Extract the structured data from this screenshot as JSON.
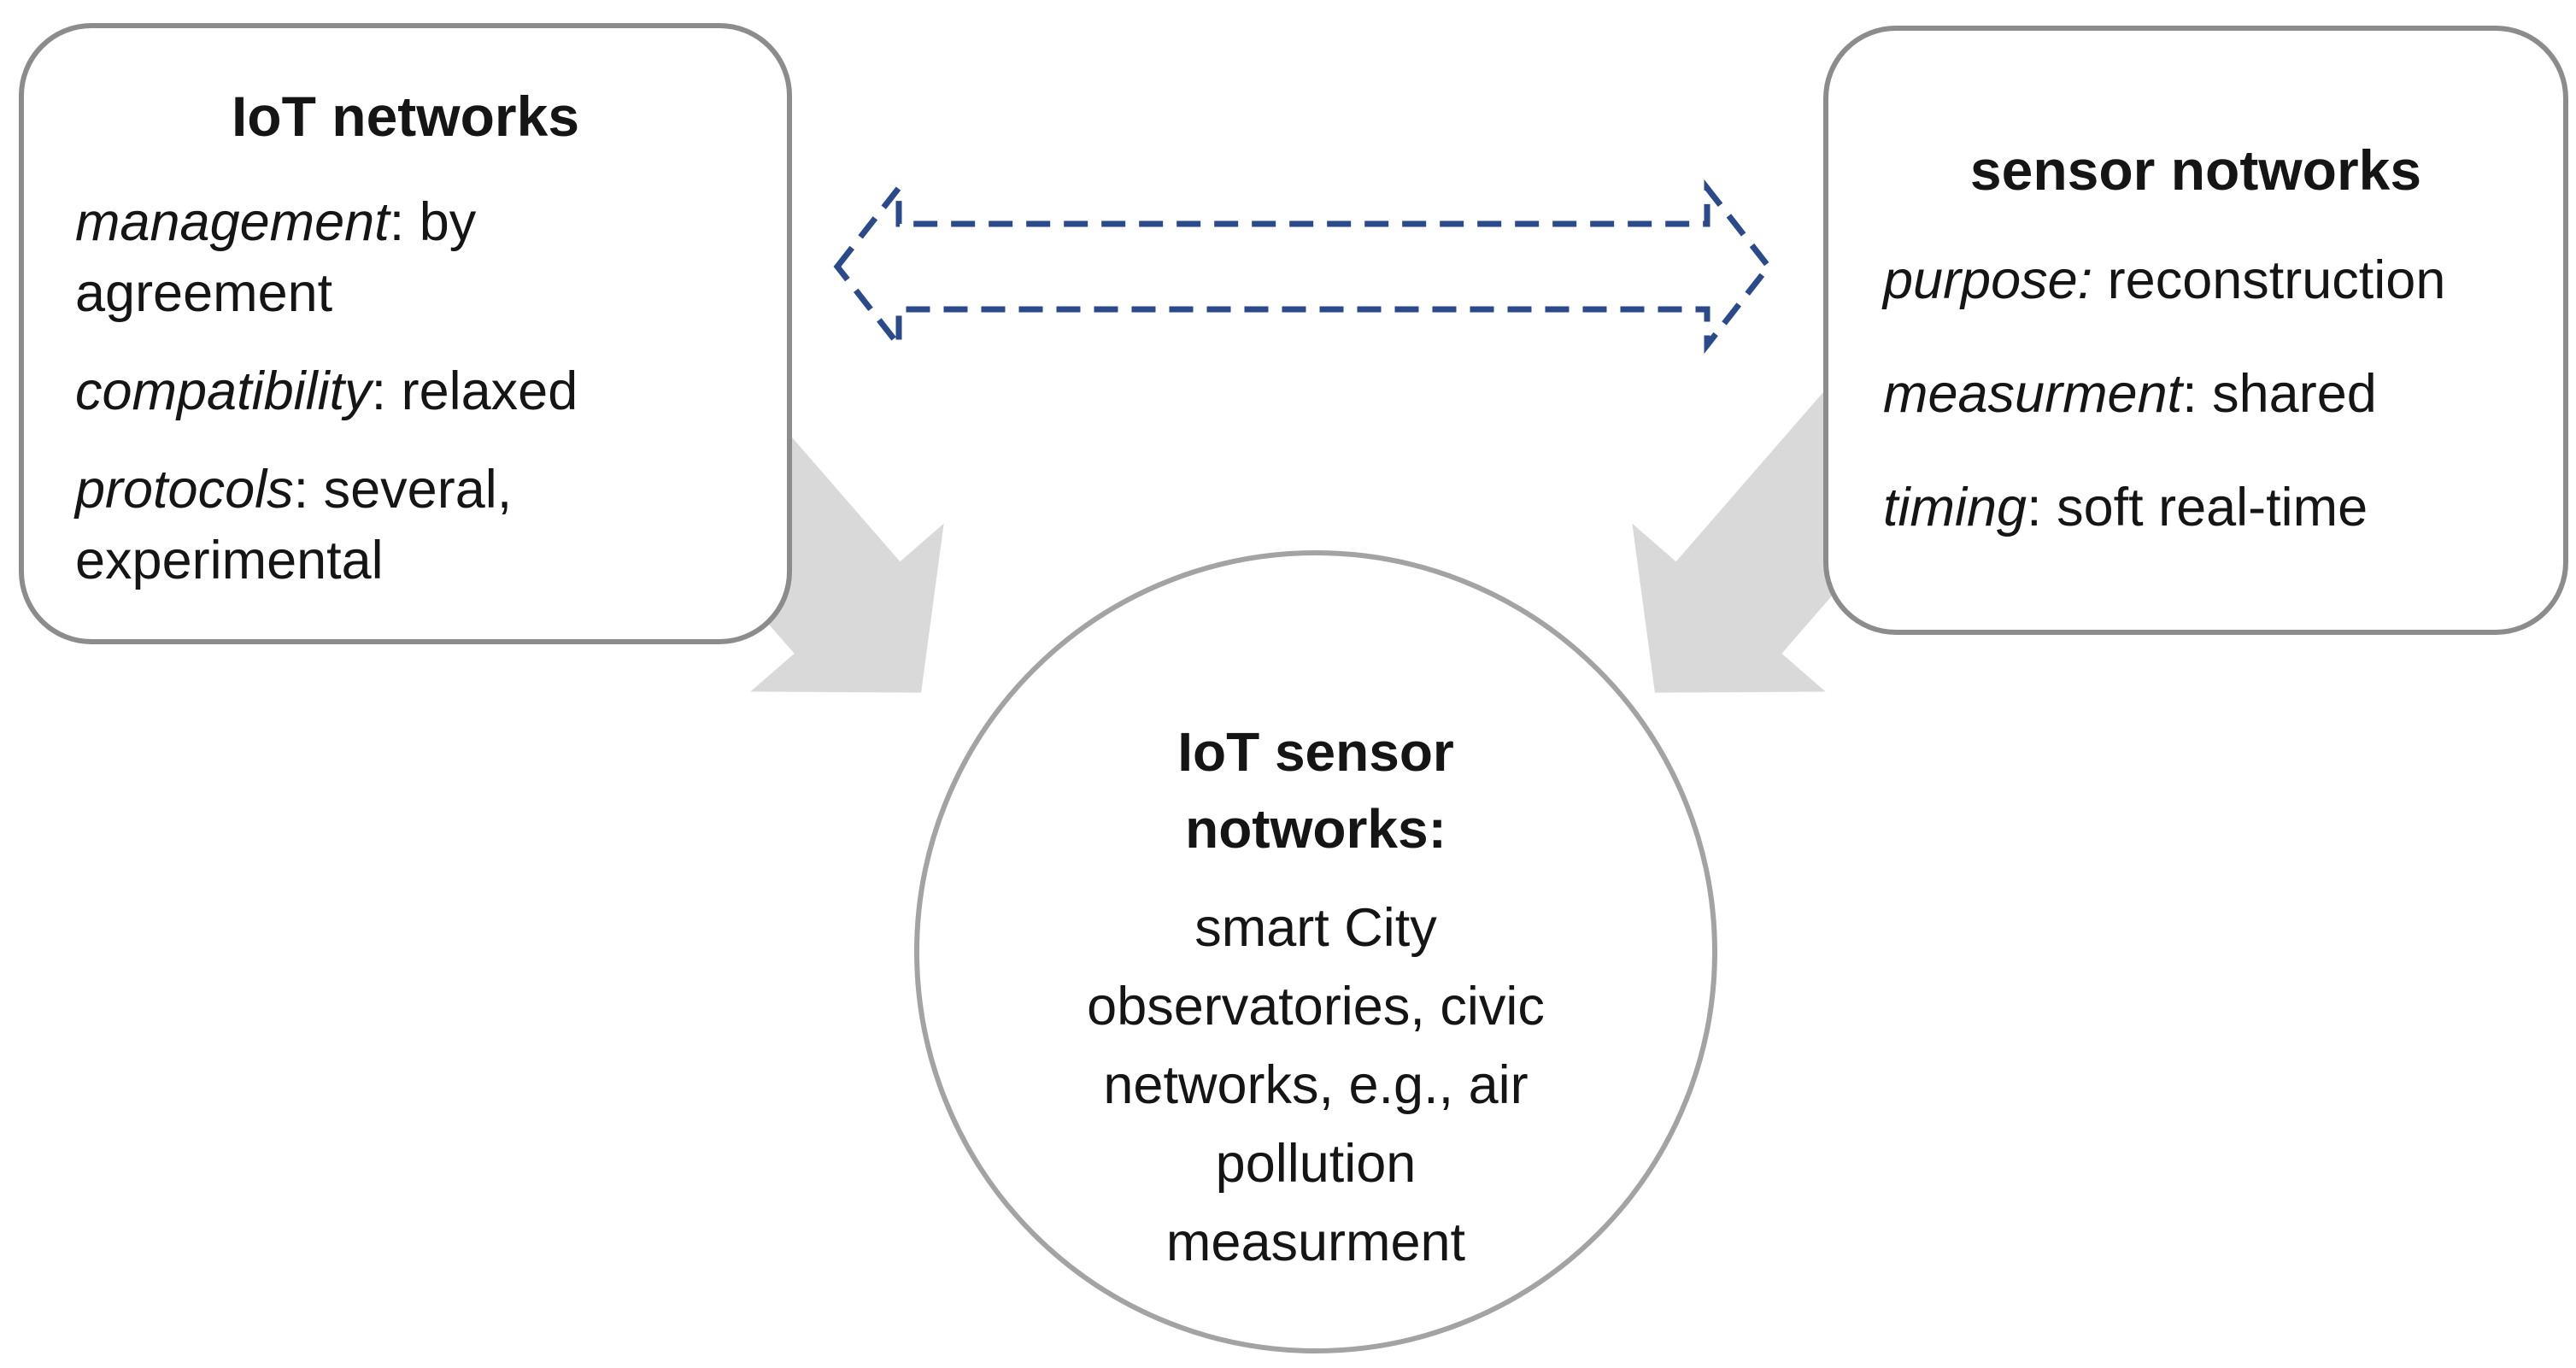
{
  "left_box": {
    "title": "IoT networks",
    "items": [
      {
        "term": "management",
        "rest": ": by agreement"
      },
      {
        "term": "compatibility",
        "rest": ": relaxed"
      },
      {
        "term": "protocols",
        "rest": ": several, experimental"
      }
    ]
  },
  "right_box": {
    "title": "sensor notworks",
    "items": [
      {
        "term": "purpose:",
        "rest": " reconstruction"
      },
      {
        "term": "measurment",
        "rest": ": shared"
      },
      {
        "term": "timing",
        "rest": ": soft real-time"
      }
    ]
  },
  "center_circle": {
    "title": "IoT sensor notworks:",
    "body": "smart City observatories, civic networks, e.g., air pollution measurment"
  },
  "connectors": {
    "dashed_double_arrow": "bidirectional-dashed-arrow",
    "left_gray_arrow": "iot-networks-to-center-arrow",
    "right_gray_arrow": "sensor-networks-to-center-arrow"
  },
  "colors": {
    "background": "#ffffff",
    "text": "#151515",
    "box_border": "#8c8c8c",
    "circle_border": "#a3a3a3",
    "arrow_gray": "#d9d9d9",
    "dashed_arrow_blue": "#2b4a8b"
  }
}
